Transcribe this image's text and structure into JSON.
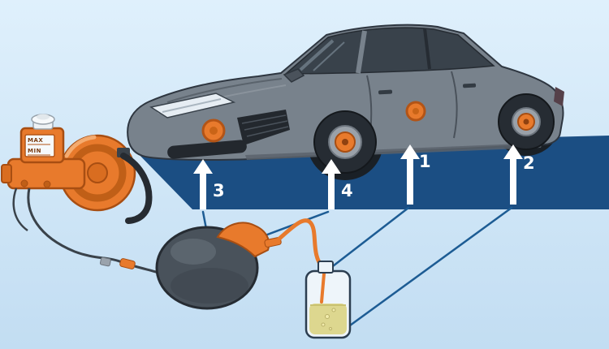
{
  "reservoir_label": {
    "max": "MAX",
    "min": "MIN"
  },
  "bleed_sequence": {
    "step1": "1",
    "step2": "2",
    "step3": "3",
    "step4": "4"
  },
  "colors": {
    "background_top": "#dff0fc",
    "background_bottom": "#c2ddf2",
    "road_band": "#1b4e83",
    "connector_line": "#1d5c94",
    "accent_orange": "#e87a2c",
    "accent_orange_dark": "#a84e12",
    "car_body_gray": "#78828c",
    "glass_gray": "#39424b",
    "arrow_white": "#ffffff",
    "fluid_yellow": "#ddd78f"
  }
}
